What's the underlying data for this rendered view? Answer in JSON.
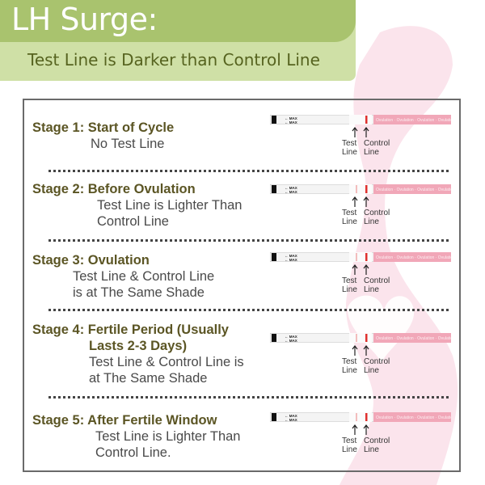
{
  "header": {
    "title": "LH Surge:",
    "subtitle": "Test Line is Darker than Control Line"
  },
  "stages": [
    {
      "title": "Stage 1: Start of Cycle",
      "title2": "",
      "desc": [
        "No Test Line"
      ],
      "test_line_intensity": 0
    },
    {
      "title": "Stage 2: Before Ovulation",
      "title2": "",
      "desc": [
        "Test Line is Lighter Than",
        "Control Line"
      ],
      "test_line_intensity": 0.3
    },
    {
      "title": "Stage 3: Ovulation",
      "title2": "",
      "desc": [
        "Test Line & Control Line",
        "is at The Same Shade"
      ],
      "test_line_intensity": 0.3
    },
    {
      "title": "Stage 4: Fertile Period (Usually",
      "title2": "Lasts 2-3 Days)",
      "desc": [
        "Test Line & Control Line is",
        "at The Same Shade"
      ],
      "test_line_intensity": 0.3
    },
    {
      "title": "Stage 5: After Fertile Window",
      "title2": "",
      "desc": [
        "Test Line is Lighter Than",
        "Control Line."
      ],
      "test_line_intensity": 0.3
    }
  ],
  "strip": {
    "max_label": "MAX",
    "brand_text": "Ovulation",
    "test_label": [
      "Test",
      "Line"
    ],
    "control_label": [
      "Control",
      "Line"
    ]
  },
  "colors": {
    "header_dark": "#a9c36e",
    "header_light": "#cfe0a6",
    "stage_title": "#5b5524",
    "control_line": "#e0302e",
    "strip_pink": "#f1a7b8"
  }
}
